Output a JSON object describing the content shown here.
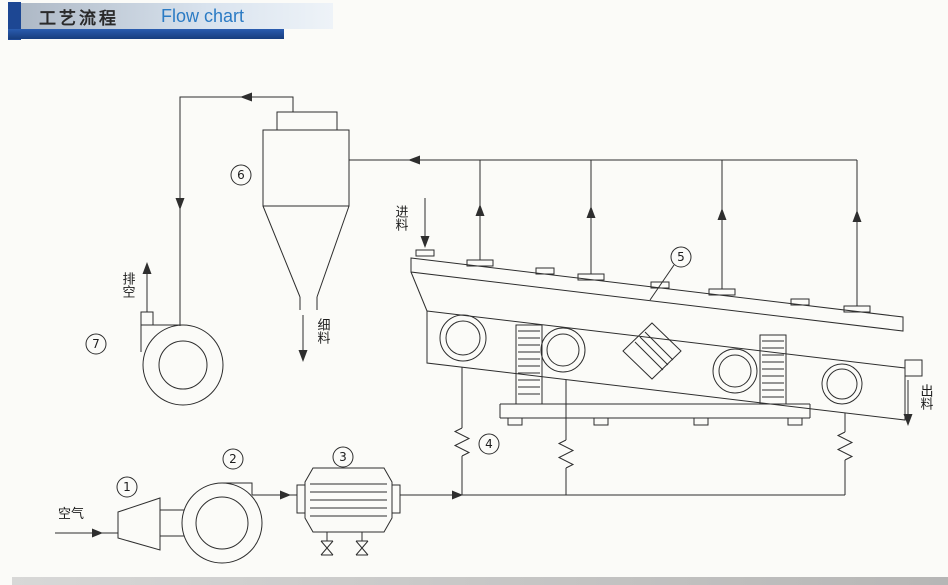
{
  "header": {
    "title_cn": "工艺流程",
    "title_en": "Flow chart"
  },
  "labels": {
    "vent": "排空",
    "fines": "细料",
    "feed": "进料",
    "discharge": "出料",
    "air": "空气"
  },
  "parts": {
    "p1": "1",
    "p2": "2",
    "p3": "3",
    "p4": "4",
    "p5": "5",
    "p6": "6",
    "p7": "7"
  },
  "colors": {
    "line": "#2e2e2e",
    "accent_blue": "#1d4793",
    "title_en_blue": "#2b7bc4"
  }
}
